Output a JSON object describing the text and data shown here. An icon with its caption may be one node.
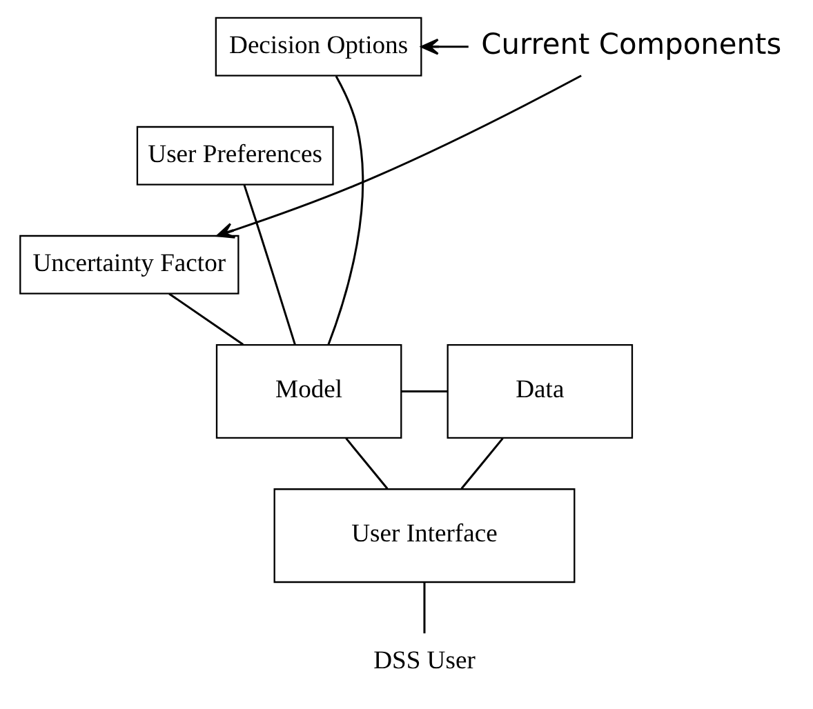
{
  "diagram": {
    "nodes": [
      {
        "text": [
          "Decision Options"
        ]
      },
      {
        "text": [
          "User Preferences"
        ]
      },
      {
        "text": [
          "Uncertainty Factor"
        ]
      },
      {
        "text": [
          "Model"
        ]
      },
      {
        "text": [
          "Data"
        ]
      },
      {
        "text": [
          "User Interface"
        ]
      },
      {
        "text": [
          "DSS User"
        ]
      },
      {
        "text": [
          "Current Components"
        ]
      }
    ],
    "edges": [
      {
        "from": 0,
        "to": 3,
        "arrow": "none"
      },
      {
        "from": 1,
        "to": 3,
        "arrow": "none"
      },
      {
        "from": 2,
        "to": 3,
        "arrow": "none"
      },
      {
        "from": 3,
        "to": 4,
        "arrow": "none"
      },
      {
        "from": 3,
        "to": 5,
        "arrow": "none"
      },
      {
        "from": 4,
        "to": 5,
        "arrow": "none"
      },
      {
        "from": 5,
        "to": 6,
        "arrow": "none"
      },
      {
        "from": 7,
        "to": 0,
        "arrow": "to"
      },
      {
        "from": 7,
        "to": 2,
        "arrow": "to"
      }
    ]
  }
}
